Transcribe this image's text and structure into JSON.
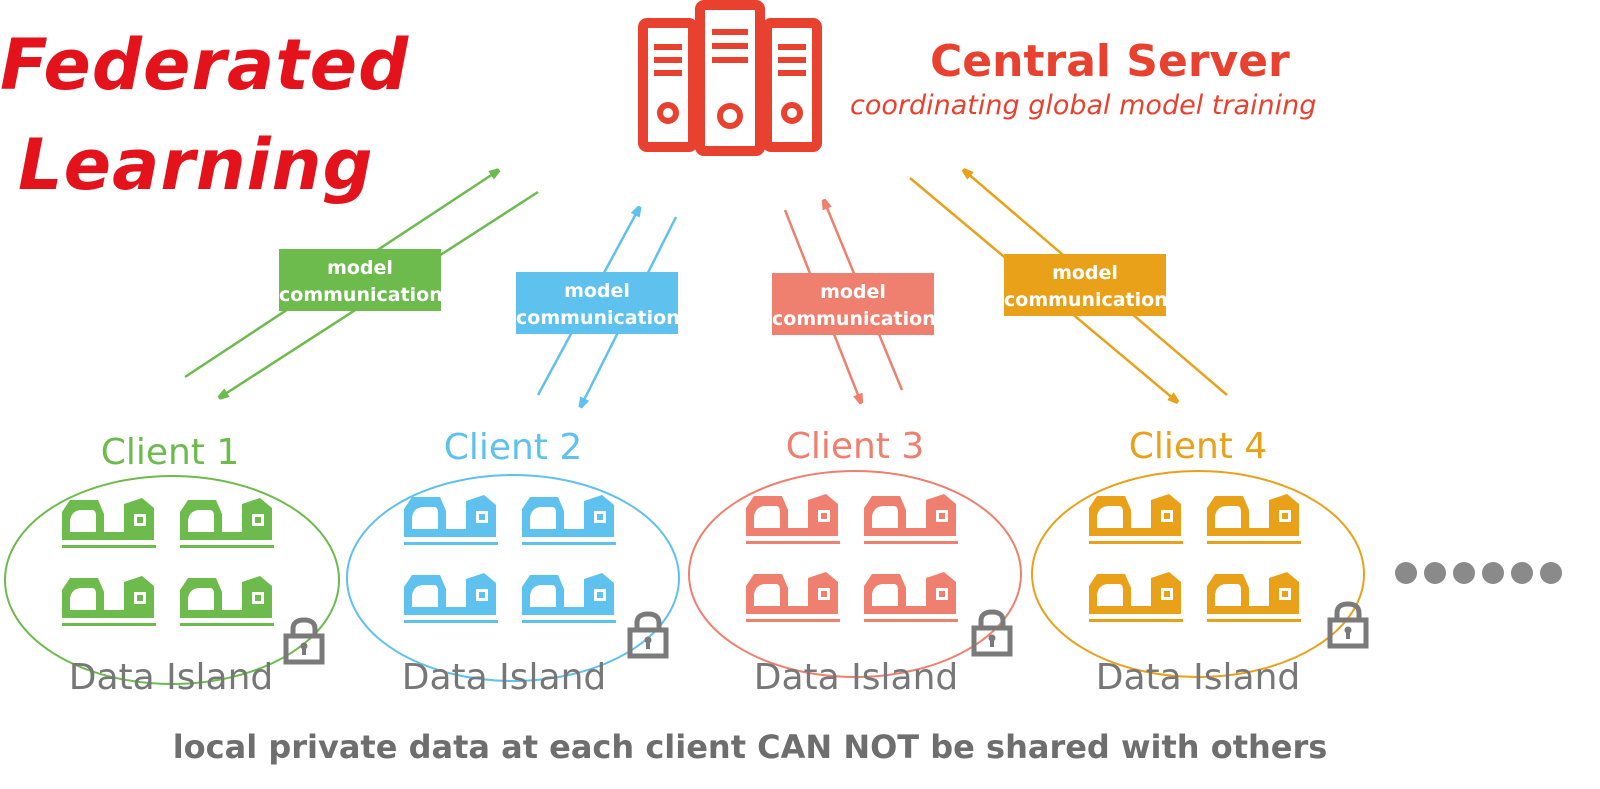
{
  "title": {
    "line1": "Federated",
    "line2": "Learning"
  },
  "server": {
    "title": "Central Server",
    "subtitle": "coordinating global model training",
    "color": "#e8412f",
    "icon": "server-rack-icon"
  },
  "communication_label": {
    "line1": "model",
    "line2": "communication"
  },
  "clients": [
    {
      "name": "Client 1",
      "island": "Data Island",
      "color": "#6cbb4c"
    },
    {
      "name": "Client 2",
      "island": "Data Island",
      "color": "#5ec1ee"
    },
    {
      "name": "Client 3",
      "island": "Data Island",
      "color": "#ef7f6e"
    },
    {
      "name": "Client 4",
      "island": "Data Island",
      "color": "#eaa11a"
    }
  ],
  "lock_icon": "padlock-icon",
  "device_icon": "data-device-icon",
  "ellipsis": "more-clients-dots",
  "footer": "local private data at each client CAN NOT be shared with others"
}
